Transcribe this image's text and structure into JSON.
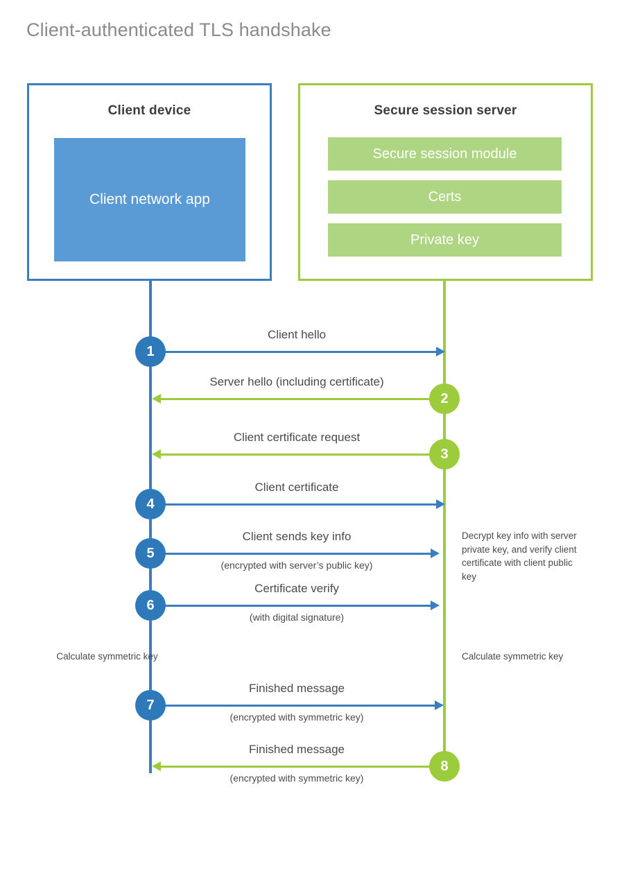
{
  "title": "Client-authenticated TLS handshake",
  "colors": {
    "client_accent": "#3a7ebf",
    "client_fill": "#5b9bd5",
    "server_accent": "#9ccb3b",
    "server_fill": "#aed581",
    "title_text": "#888b8d",
    "body_text": "#4a4a49",
    "step_blue": "#2e79ba"
  },
  "client": {
    "title": "Client device",
    "app_label": "Client network app"
  },
  "server": {
    "title": "Secure session server",
    "components": [
      {
        "label": "Secure session module"
      },
      {
        "label": "Certs"
      },
      {
        "label": "Private key"
      }
    ]
  },
  "steps": [
    {
      "number": "1",
      "label": "Client hello",
      "sublabel": "",
      "direction": "client-to-server",
      "color": "blue"
    },
    {
      "number": "2",
      "label": "Server hello (including certificate)",
      "sublabel": "",
      "direction": "server-to-client",
      "color": "green"
    },
    {
      "number": "3",
      "label": "Client certificate request",
      "sublabel": "",
      "direction": "server-to-client",
      "color": "green"
    },
    {
      "number": "4",
      "label": "Client certificate",
      "sublabel": "",
      "direction": "client-to-server",
      "color": "blue"
    },
    {
      "number": "5",
      "label": "Client sends key info",
      "sublabel": "(encrypted with server’s public key)",
      "direction": "client-to-server",
      "color": "blue"
    },
    {
      "number": "6",
      "label": "Certificate verify",
      "sublabel": "(with digital signature)",
      "direction": "client-to-server",
      "color": "blue"
    },
    {
      "number": "7",
      "label": "Finished message",
      "sublabel": "(encrypted with symmetric key)",
      "direction": "client-to-server",
      "color": "blue"
    },
    {
      "number": "8",
      "label": "Finished message",
      "sublabel": "(encrypted with symmetric key)",
      "direction": "server-to-client",
      "color": "green"
    }
  ],
  "notes": {
    "decrypt": "Decrypt key info with server private key, and verify client certificate with client public key",
    "calculate_client": "Calculate symmetric key",
    "calculate_server": "Calculate symmetric key"
  }
}
